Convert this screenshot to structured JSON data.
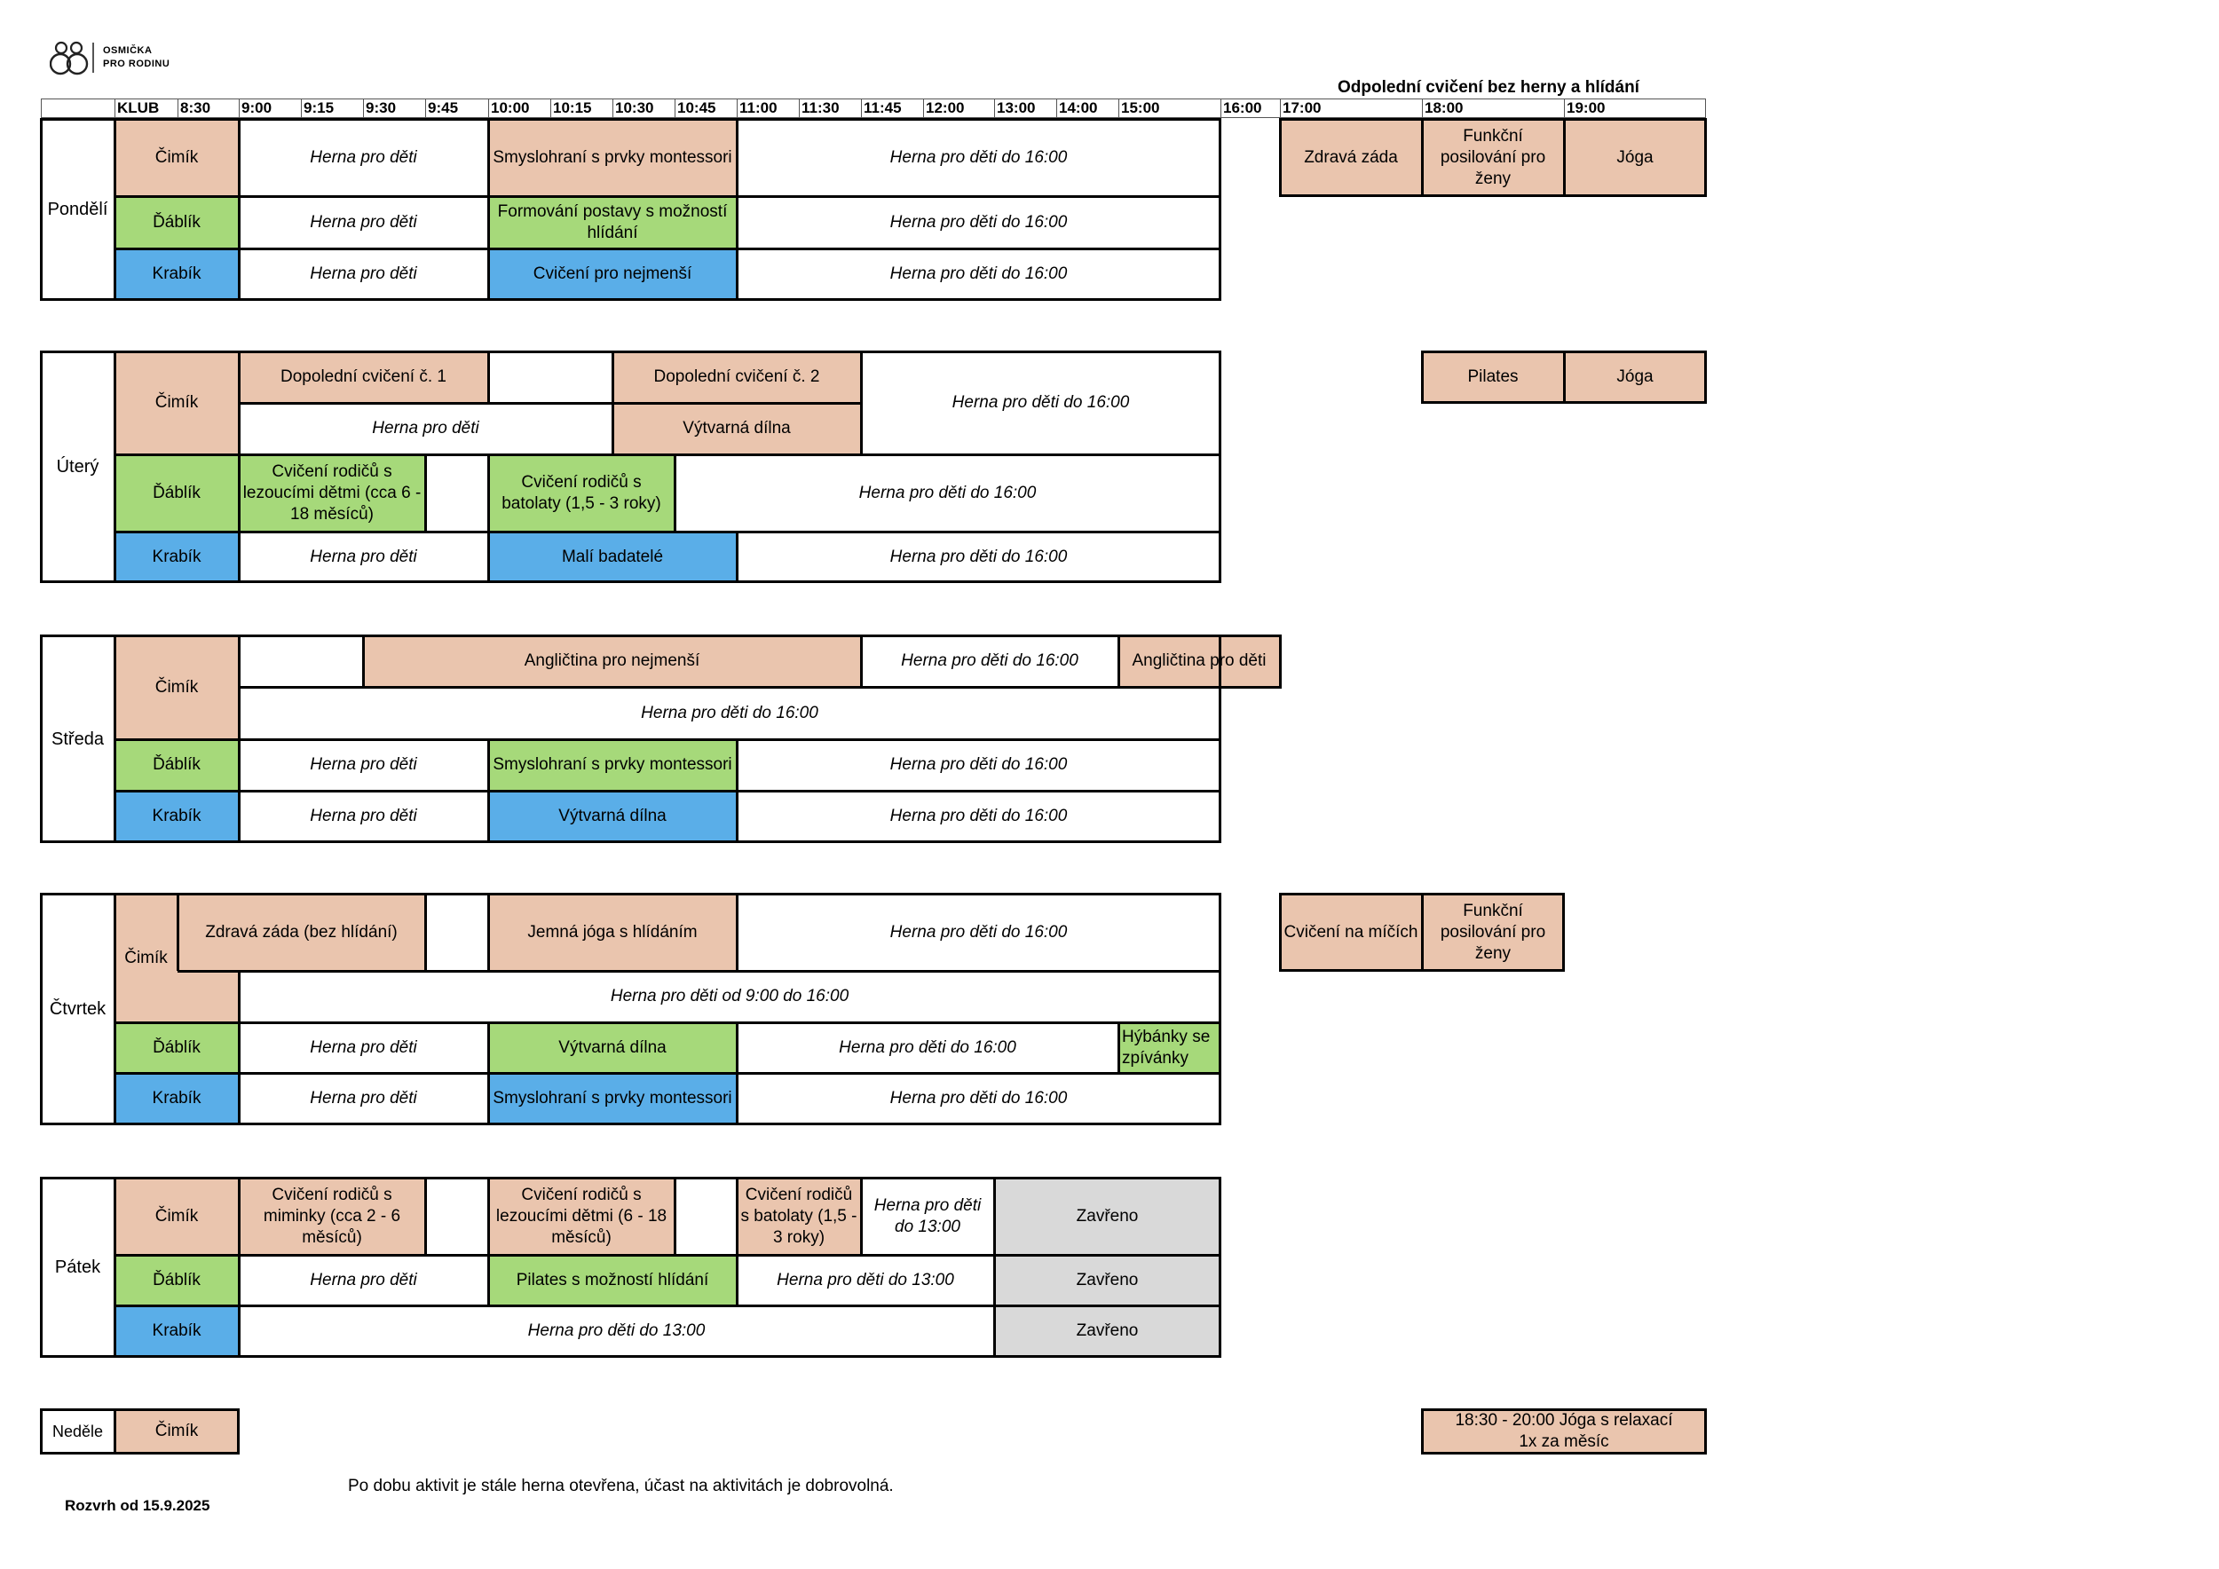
{
  "brand": {
    "logo_line1": "OSMIČKA",
    "logo_line2": "PRO RODINU"
  },
  "colors": {
    "cimik": "#eac5ae",
    "dablik": "#a6d97a",
    "krabik": "#5aaee8",
    "closed": "#d9d9d9"
  },
  "afternoon_title": "Odpolední cvičení bez herny a hlídání",
  "time_header": [
    "KLUB",
    "8:30",
    "9:00",
    "9:15",
    "9:30",
    "9:45",
    "10:00",
    "10:15",
    "10:30",
    "10:45",
    "11:00",
    "11:30",
    "11:45",
    "12:00",
    "13:00",
    "14:00",
    "15:00",
    "16:00",
    "17:00",
    "18:00",
    "19:00"
  ],
  "days": {
    "monday": "Pondělí",
    "tuesday": "Úterý",
    "wednesday": "Středa",
    "thursday": "Čtvrtek",
    "friday": "Pátek",
    "sunday": "Neděle"
  },
  "clubs": {
    "cimik": "Čimík",
    "dablik": "Ďáblík",
    "krabik": "Krabík"
  },
  "monday": {
    "cimik": [
      "Herna pro děti",
      "Smyslohraní s prvky montessori",
      "Herna pro děti do 16:00"
    ],
    "dablik": [
      "Herna pro děti",
      "Formování postavy s možností hlídání",
      "Herna pro děti do 16:00"
    ],
    "krabik": [
      "Herna pro děti",
      "Cvičení pro nejmenší",
      "Herna pro děti do 16:00"
    ],
    "afternoon": [
      "Zdravá záda",
      "Funkční posilování pro ženy",
      "Jóga"
    ]
  },
  "tuesday": {
    "cimik": [
      "Dopolední cvičení č. 1",
      "Dopolední cvičení č. 2",
      "Herna pro děti do 16:00",
      "Herna pro děti",
      "Výtvarná dílna"
    ],
    "dablik": [
      "Cvičení rodičů s lezoucími dětmi (cca 6 - 18 měsíců)",
      "Cvičení rodičů s batolaty (1,5 - 3 roky)",
      "Herna pro děti do 16:00"
    ],
    "krabik": [
      "Herna pro děti",
      "Malí badatelé",
      "Herna pro děti do 16:00"
    ],
    "afternoon": [
      "Pilates",
      "Jóga"
    ]
  },
  "wednesday": {
    "cimik": [
      "Angličtina pro nejmenší",
      "Herna pro děti do 16:00",
      "Angličtina pro děti",
      "Herna pro děti do 16:00"
    ],
    "dablik": [
      "Herna pro děti",
      "Smyslohraní s prvky montessori",
      "Herna pro děti do 16:00"
    ],
    "krabik": [
      "Herna pro děti",
      "Výtvarná dílna",
      "Herna pro děti do 16:00"
    ]
  },
  "thursday": {
    "cimik": [
      "Zdravá záda (bez hlídání)",
      "Jemná jóga s hlídáním",
      "Herna pro děti do 16:00",
      "Herna pro děti od 9:00 do 16:00"
    ],
    "dablik": [
      "Herna pro děti",
      "Výtvarná dílna",
      "Herna pro děti do 16:00",
      "Hýbánky se zpívánky"
    ],
    "krabik": [
      "Herna pro děti",
      "Smyslohraní s prvky montessori",
      "Herna pro děti do 16:00"
    ],
    "afternoon": [
      "Cvičení na míčích",
      "Funkční posilování pro ženy"
    ]
  },
  "friday": {
    "cimik": [
      "Cvičení rodičů s miminky (cca 2 - 6 měsíců)",
      "Cvičení rodičů s lezoucími dětmi (6 - 18 měsíců)",
      "Cvičení rodičů s batolaty (1,5 - 3 roky)",
      "Herna pro děti do 13:00",
      "Zavřeno"
    ],
    "dablik": [
      "Herna pro děti",
      "Pilates s možností hlídání",
      "Herna pro děti do 13:00",
      "Zavřeno"
    ],
    "krabik": [
      "Herna pro děti do 13:00",
      "Zavřeno"
    ]
  },
  "sunday": {
    "club": "Čimík",
    "afternoon": "18:30 - 20:00 Jóga s relaxací 1x za měsíc"
  },
  "footer": {
    "note": "Po dobu aktivit je stále herna otevřena, účast na aktivitách je dobrovolná.",
    "valid_from": "Rozvrh od 15.9.2025"
  }
}
